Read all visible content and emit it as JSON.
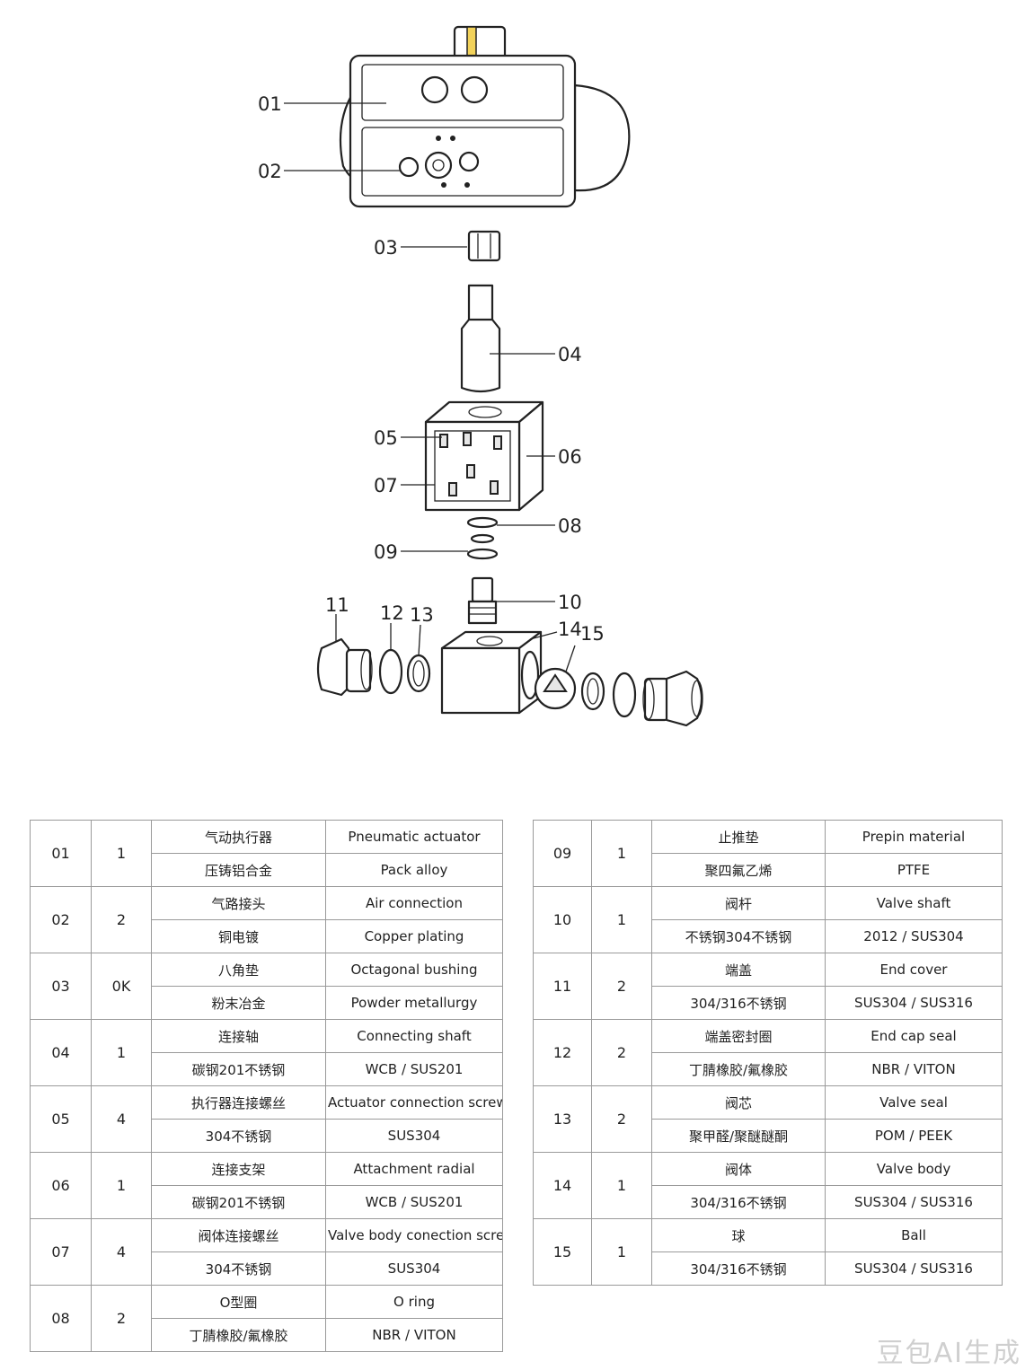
{
  "diagram": {
    "callouts": [
      "01",
      "02",
      "03",
      "04",
      "05",
      "06",
      "07",
      "08",
      "09",
      "10",
      "11",
      "12",
      "13",
      "14",
      "15"
    ]
  },
  "table_left": [
    {
      "no": "01",
      "qty": "1",
      "cn1": "气动执行器",
      "en1": "Pneumatic actuator",
      "cn2": "压铸铝合金",
      "en2": "Pack alloy"
    },
    {
      "no": "02",
      "qty": "2",
      "cn1": "气路接头",
      "en1": "Air connection",
      "cn2": "铜电镀",
      "en2": "Copper plating"
    },
    {
      "no": "03",
      "qty": "0K",
      "cn1": "八角垫",
      "en1": "Octagonal bushing",
      "cn2": "粉末冶金",
      "en2": "Powder metallurgy"
    },
    {
      "no": "04",
      "qty": "1",
      "cn1": "连接轴",
      "en1": "Connecting shaft",
      "cn2": "碳钢201不锈钢",
      "en2": "WCB / SUS201"
    },
    {
      "no": "05",
      "qty": "4",
      "cn1": "执行器连接螺丝",
      "en1": "Actuator connection screws",
      "cn2": "304不锈钢",
      "en2": "SUS304"
    },
    {
      "no": "06",
      "qty": "1",
      "cn1": "连接支架",
      "en1": "Attachment radial",
      "cn2": "碳钢201不锈钢",
      "en2": "WCB / SUS201"
    },
    {
      "no": "07",
      "qty": "4",
      "cn1": "阀体连接螺丝",
      "en1": "Valve body conection screw",
      "cn2": "304不锈钢",
      "en2": "SUS304"
    },
    {
      "no": "08",
      "qty": "2",
      "cn1": "O型圈",
      "en1": "O ring",
      "cn2": "丁腈橡胶/氟橡胶",
      "en2": "NBR / VITON"
    }
  ],
  "table_right": [
    {
      "no": "09",
      "qty": "1",
      "cn1": "止推垫",
      "en1": "Prepin material",
      "cn2": "聚四氟乙烯",
      "en2": "PTFE"
    },
    {
      "no": "10",
      "qty": "1",
      "cn1": "阀杆",
      "en1": "Valve shaft",
      "cn2": "不锈钢304不锈钢",
      "en2": "2012 / SUS304"
    },
    {
      "no": "11",
      "qty": "2",
      "cn1": "端盖",
      "en1": "End cover",
      "cn2": "304/316不锈钢",
      "en2": "SUS304 / SUS316"
    },
    {
      "no": "12",
      "qty": "2",
      "cn1": "端盖密封圈",
      "en1": "End cap seal",
      "cn2": "丁腈橡胶/氟橡胶",
      "en2": "NBR / VITON"
    },
    {
      "no": "13",
      "qty": "2",
      "cn1": "阀芯",
      "en1": "Valve seal",
      "cn2": "聚甲醛/聚醚醚酮",
      "en2": "POM / PEEK"
    },
    {
      "no": "14",
      "qty": "1",
      "cn1": "阀体",
      "en1": "Valve body",
      "cn2": "304/316不锈钢",
      "en2": "SUS304 / SUS316"
    },
    {
      "no": "15",
      "qty": "1",
      "cn1": "球",
      "en1": "Ball",
      "cn2": "304/316不锈钢",
      "en2": "SUS304 / SUS316"
    }
  ],
  "watermark": "豆包AI生成"
}
